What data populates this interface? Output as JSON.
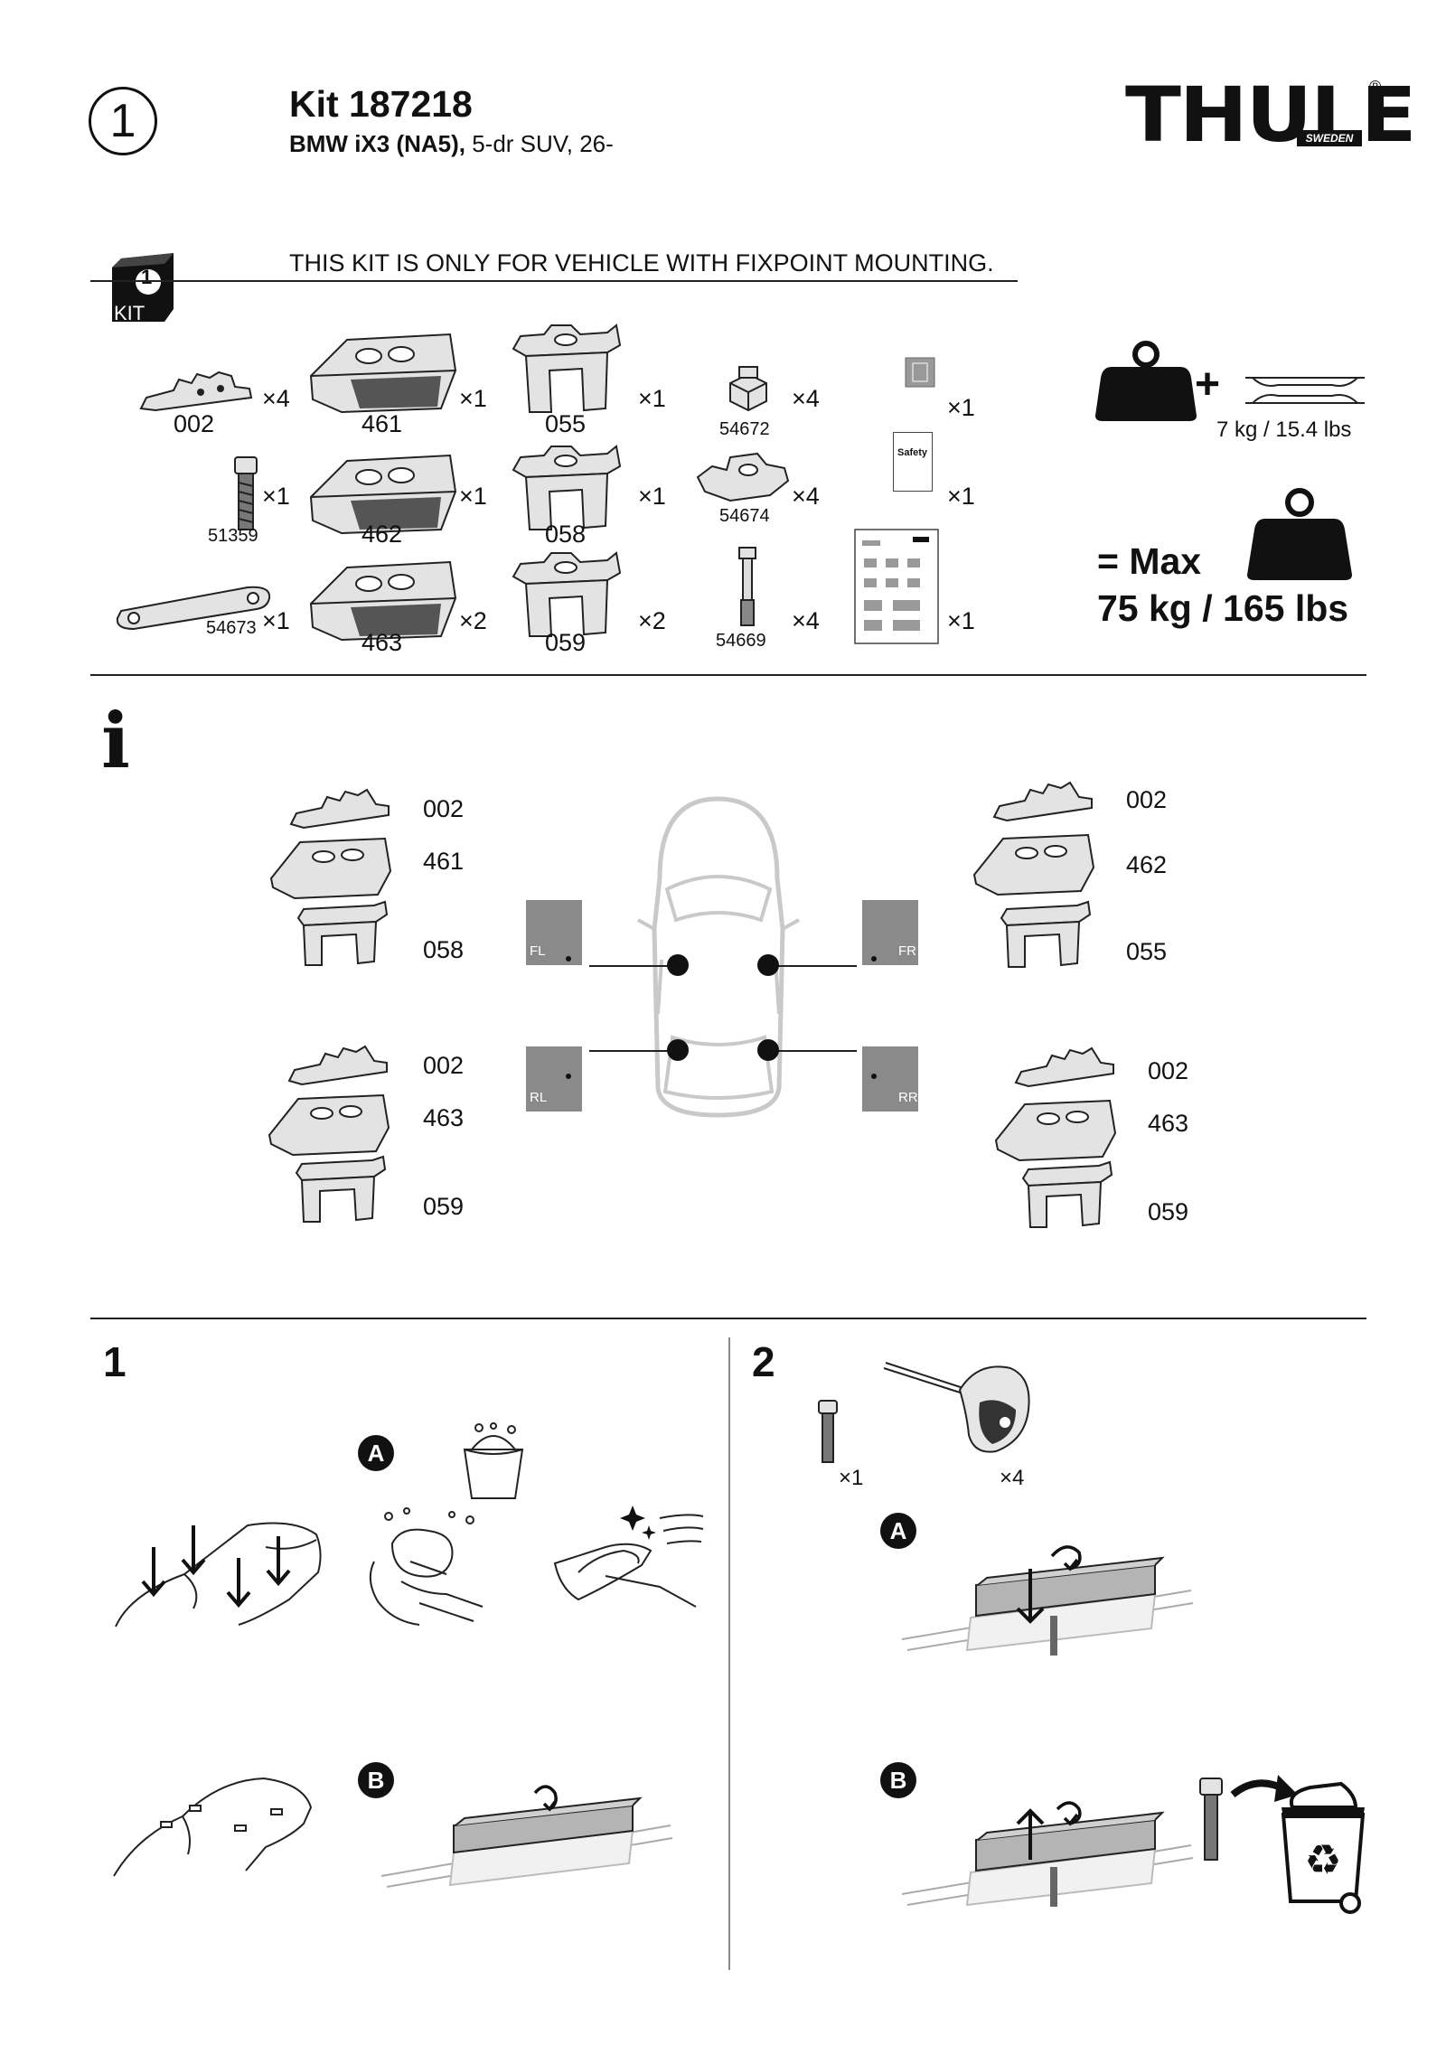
{
  "step_badge": "1",
  "header": {
    "kit_title": "Kit 187218",
    "vehicle_bold": "BMW iX3 (NA5),",
    "vehicle_rest": " 5-dr SUV, 26-"
  },
  "brand": {
    "name": "THULE",
    "sub": "SWEDEN",
    "reg": "®"
  },
  "kit_box": {
    "number": "1",
    "label": "KIT"
  },
  "notice": "THIS KIT IS ONLY FOR VEHICLE WITH FIXPOINT MOUNTING.",
  "parts": [
    {
      "code": "002",
      "qty": "×4"
    },
    {
      "code": "461",
      "qty": "×1"
    },
    {
      "code": "055",
      "qty": "×1"
    },
    {
      "code": "54672",
      "qty": "×4"
    },
    {
      "code": "",
      "qty": "×1"
    },
    {
      "code": "51359",
      "qty": "×1"
    },
    {
      "code": "462",
      "qty": "×1"
    },
    {
      "code": "058",
      "qty": "×1"
    },
    {
      "code": "54674",
      "qty": "×4"
    },
    {
      "code": "Safety",
      "qty": "×1"
    },
    {
      "code": "54673",
      "qty": "×1"
    },
    {
      "code": "463",
      "qty": "×2"
    },
    {
      "code": "059",
      "qty": "×2"
    },
    {
      "code": "54669",
      "qty": "×4"
    },
    {
      "code": "",
      "qty": "×1"
    }
  ],
  "load": {
    "plus": "+",
    "bar_weight": "7 kg / 15.4 lbs",
    "max_line1": "= Max",
    "max_line2": "75 kg / 165 lbs"
  },
  "info_icon": "i",
  "positions": {
    "fl": {
      "inset": "FL",
      "codes": [
        "002",
        "461",
        "058"
      ]
    },
    "fr": {
      "inset": "FR",
      "codes": [
        "002",
        "462",
        "055"
      ]
    },
    "rl": {
      "inset": "RL",
      "codes": [
        "002",
        "463",
        "059"
      ]
    },
    "rr": {
      "inset": "RR",
      "codes": [
        "002",
        "463",
        "059"
      ]
    }
  },
  "steps": {
    "s1": {
      "number": "1",
      "a": "A",
      "b": "B"
    },
    "s2": {
      "number": "2",
      "screw_qty": "×1",
      "tool_qty": "×4",
      "a": "A",
      "b": "B"
    }
  },
  "colors": {
    "ink": "#111111",
    "inset_grey": "#8a8a8a",
    "part_fill": "#e3e3e3"
  }
}
